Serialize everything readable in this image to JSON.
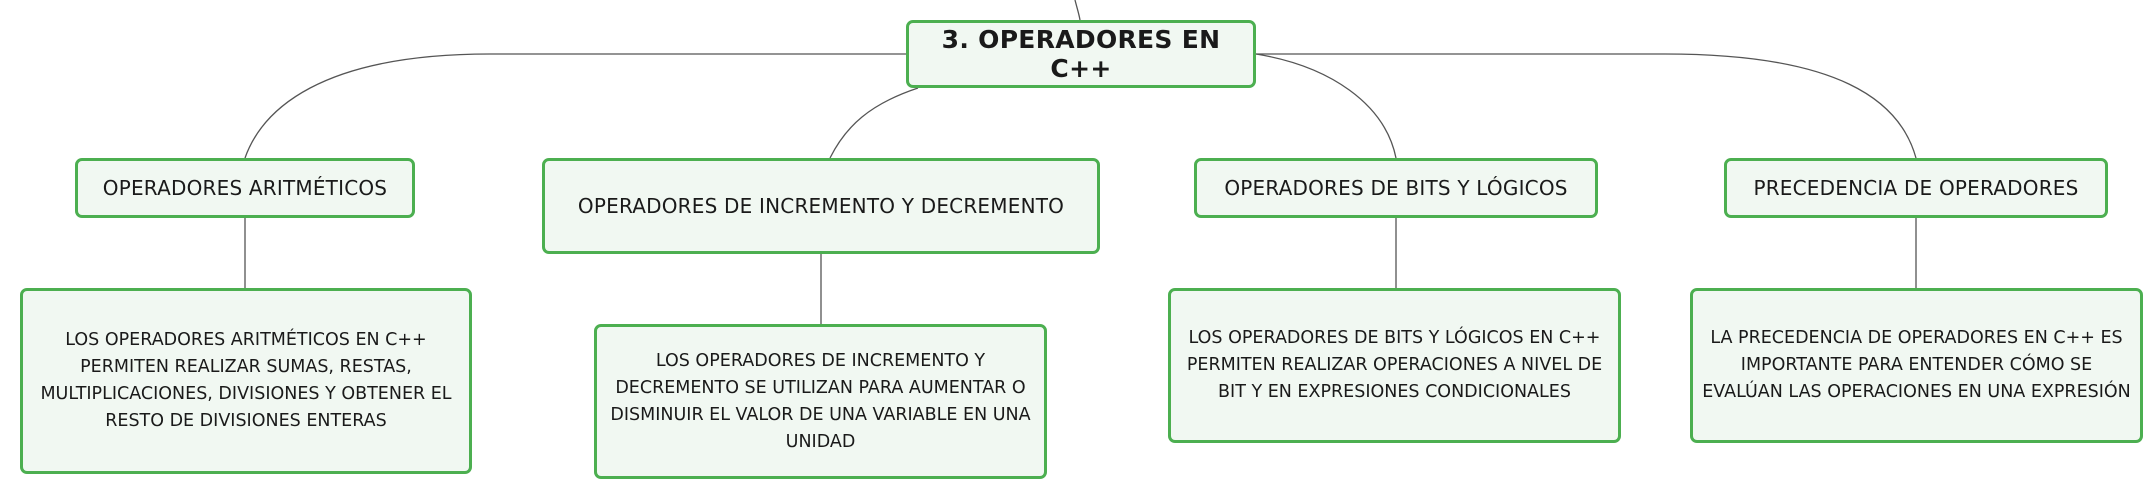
{
  "root": {
    "title": "3. OPERADORES EN C++"
  },
  "branches": [
    {
      "title": "OPERADORES ARITMÉTICOS",
      "description": "LOS OPERADORES ARITMÉTICOS EN C++ PERMITEN REALIZAR SUMAS, RESTAS, MULTIPLICACIONES, DIVISIONES Y OBTENER EL RESTO DE DIVISIONES ENTERAS"
    },
    {
      "title": "OPERADORES DE INCREMENTO Y DECREMENTO",
      "description": "LOS OPERADORES DE INCREMENTO Y DECREMENTO SE UTILIZAN PARA AUMENTAR O DISMINUIR EL VALOR DE UNA VARIABLE EN UNA UNIDAD"
    },
    {
      "title": "OPERADORES DE BITS Y LÓGICOS",
      "description": "LOS OPERADORES DE BITS Y LÓGICOS EN C++ PERMITEN REALIZAR OPERACIONES A NIVEL DE BIT Y EN EXPRESIONES CONDICIONALES"
    },
    {
      "title": "PRECEDENCIA DE OPERADORES",
      "description": "LA PRECEDENCIA DE OPERADORES EN C++ ES IMPORTANTE PARA ENTENDER CÓMO SE EVALÚAN LAS OPERACIONES EN UNA EXPRESIÓN"
    }
  ],
  "colors": {
    "node_border": "#4caf50",
    "node_fill": "#f1f8f2",
    "connector": "#555555",
    "text": "#1a1a1a"
  }
}
